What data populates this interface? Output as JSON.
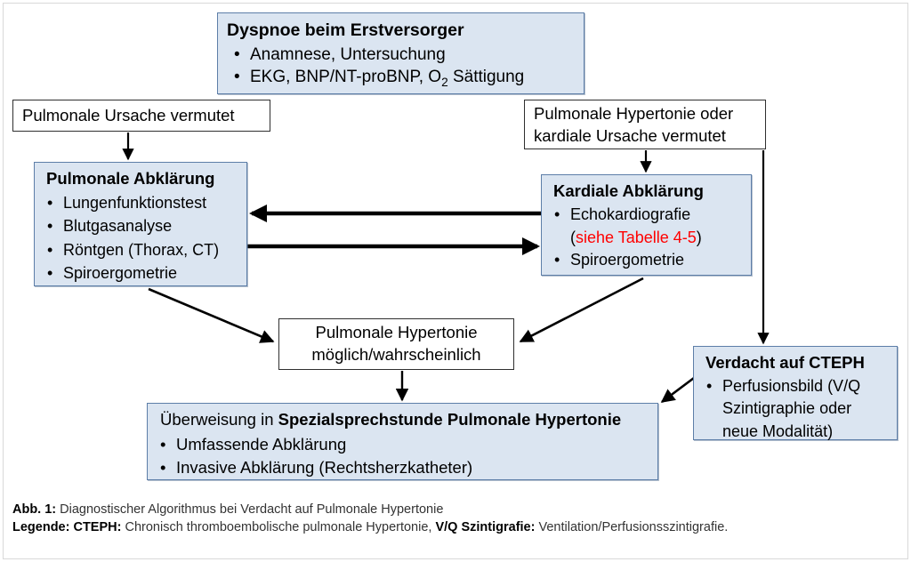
{
  "figure": {
    "colors": {
      "box_fill_blue": "#dbe5f1",
      "box_border_blue": "#5d7ea8",
      "box_border_white": "#2f2f2f",
      "arrow": "#000000",
      "highlight_red": "#ff0000",
      "frame": "#d9d9d9"
    }
  },
  "nodes": {
    "dyspnoe": {
      "title": "Dyspnoe beim Erstversorger",
      "items": [
        "Anamnese, Untersuchung",
        "EKG, BNP/NT-proBNP, O2 Sättigung"
      ],
      "item2_pre": "EKG, BNP/NT-proBNP, O",
      "item2_sub": "2",
      "item2_post": " Sättigung"
    },
    "pulm_ursache": {
      "text": "Pulmonale Ursache vermutet"
    },
    "ph_kardial": {
      "line1": "Pulmonale Hypertonie oder",
      "line2": "kardiale Ursache vermutet"
    },
    "pulm_abklaerung": {
      "title": "Pulmonale Abklärung",
      "items": [
        "Lungenfunktionstest",
        "Blutgasanalyse",
        "Röntgen (Thorax, CT)",
        "Spiroergometrie"
      ]
    },
    "kard_abklaerung": {
      "title": "Kardiale Abklärung",
      "item1": "Echokardiografie",
      "item1_cont_open": "(",
      "item1_cont_red": "siehe Tabelle 4-5",
      "item1_cont_close": ")",
      "item2": "Spiroergometrie"
    },
    "ph_moeglich": {
      "line1": "Pulmonale Hypertonie",
      "line2": "möglich/wahrscheinlich"
    },
    "ueberweisung": {
      "headline_normal": "Überweisung in ",
      "headline_bold": "Spezialsprechstunde Pulmonale Hypertonie",
      "items": [
        "Umfassende Abklärung",
        "Invasive Abklärung (Rechtsherzkatheter)"
      ]
    },
    "cteph": {
      "title": "Verdacht auf CTEPH",
      "item1": "Perfusionsbild (V/Q",
      "item1_cont1": "Szintigraphie oder",
      "item1_cont2": "neue Modalität)"
    }
  },
  "bullet": "•",
  "caption": {
    "line1_label": "Abb. 1:",
    "line1_text": " Diagnostischer Algorithmus bei Verdacht auf Pulmonale Hypertonie",
    "line2_label": "Legende: CTEPH:",
    "line2_text_a": " Chronisch thromboembolische pulmonale Hypertonie, ",
    "line2_label_b": "V/Q Szintigrafie:",
    "line2_text_b": " Ventilation/Perfusionsszintigrafie."
  }
}
